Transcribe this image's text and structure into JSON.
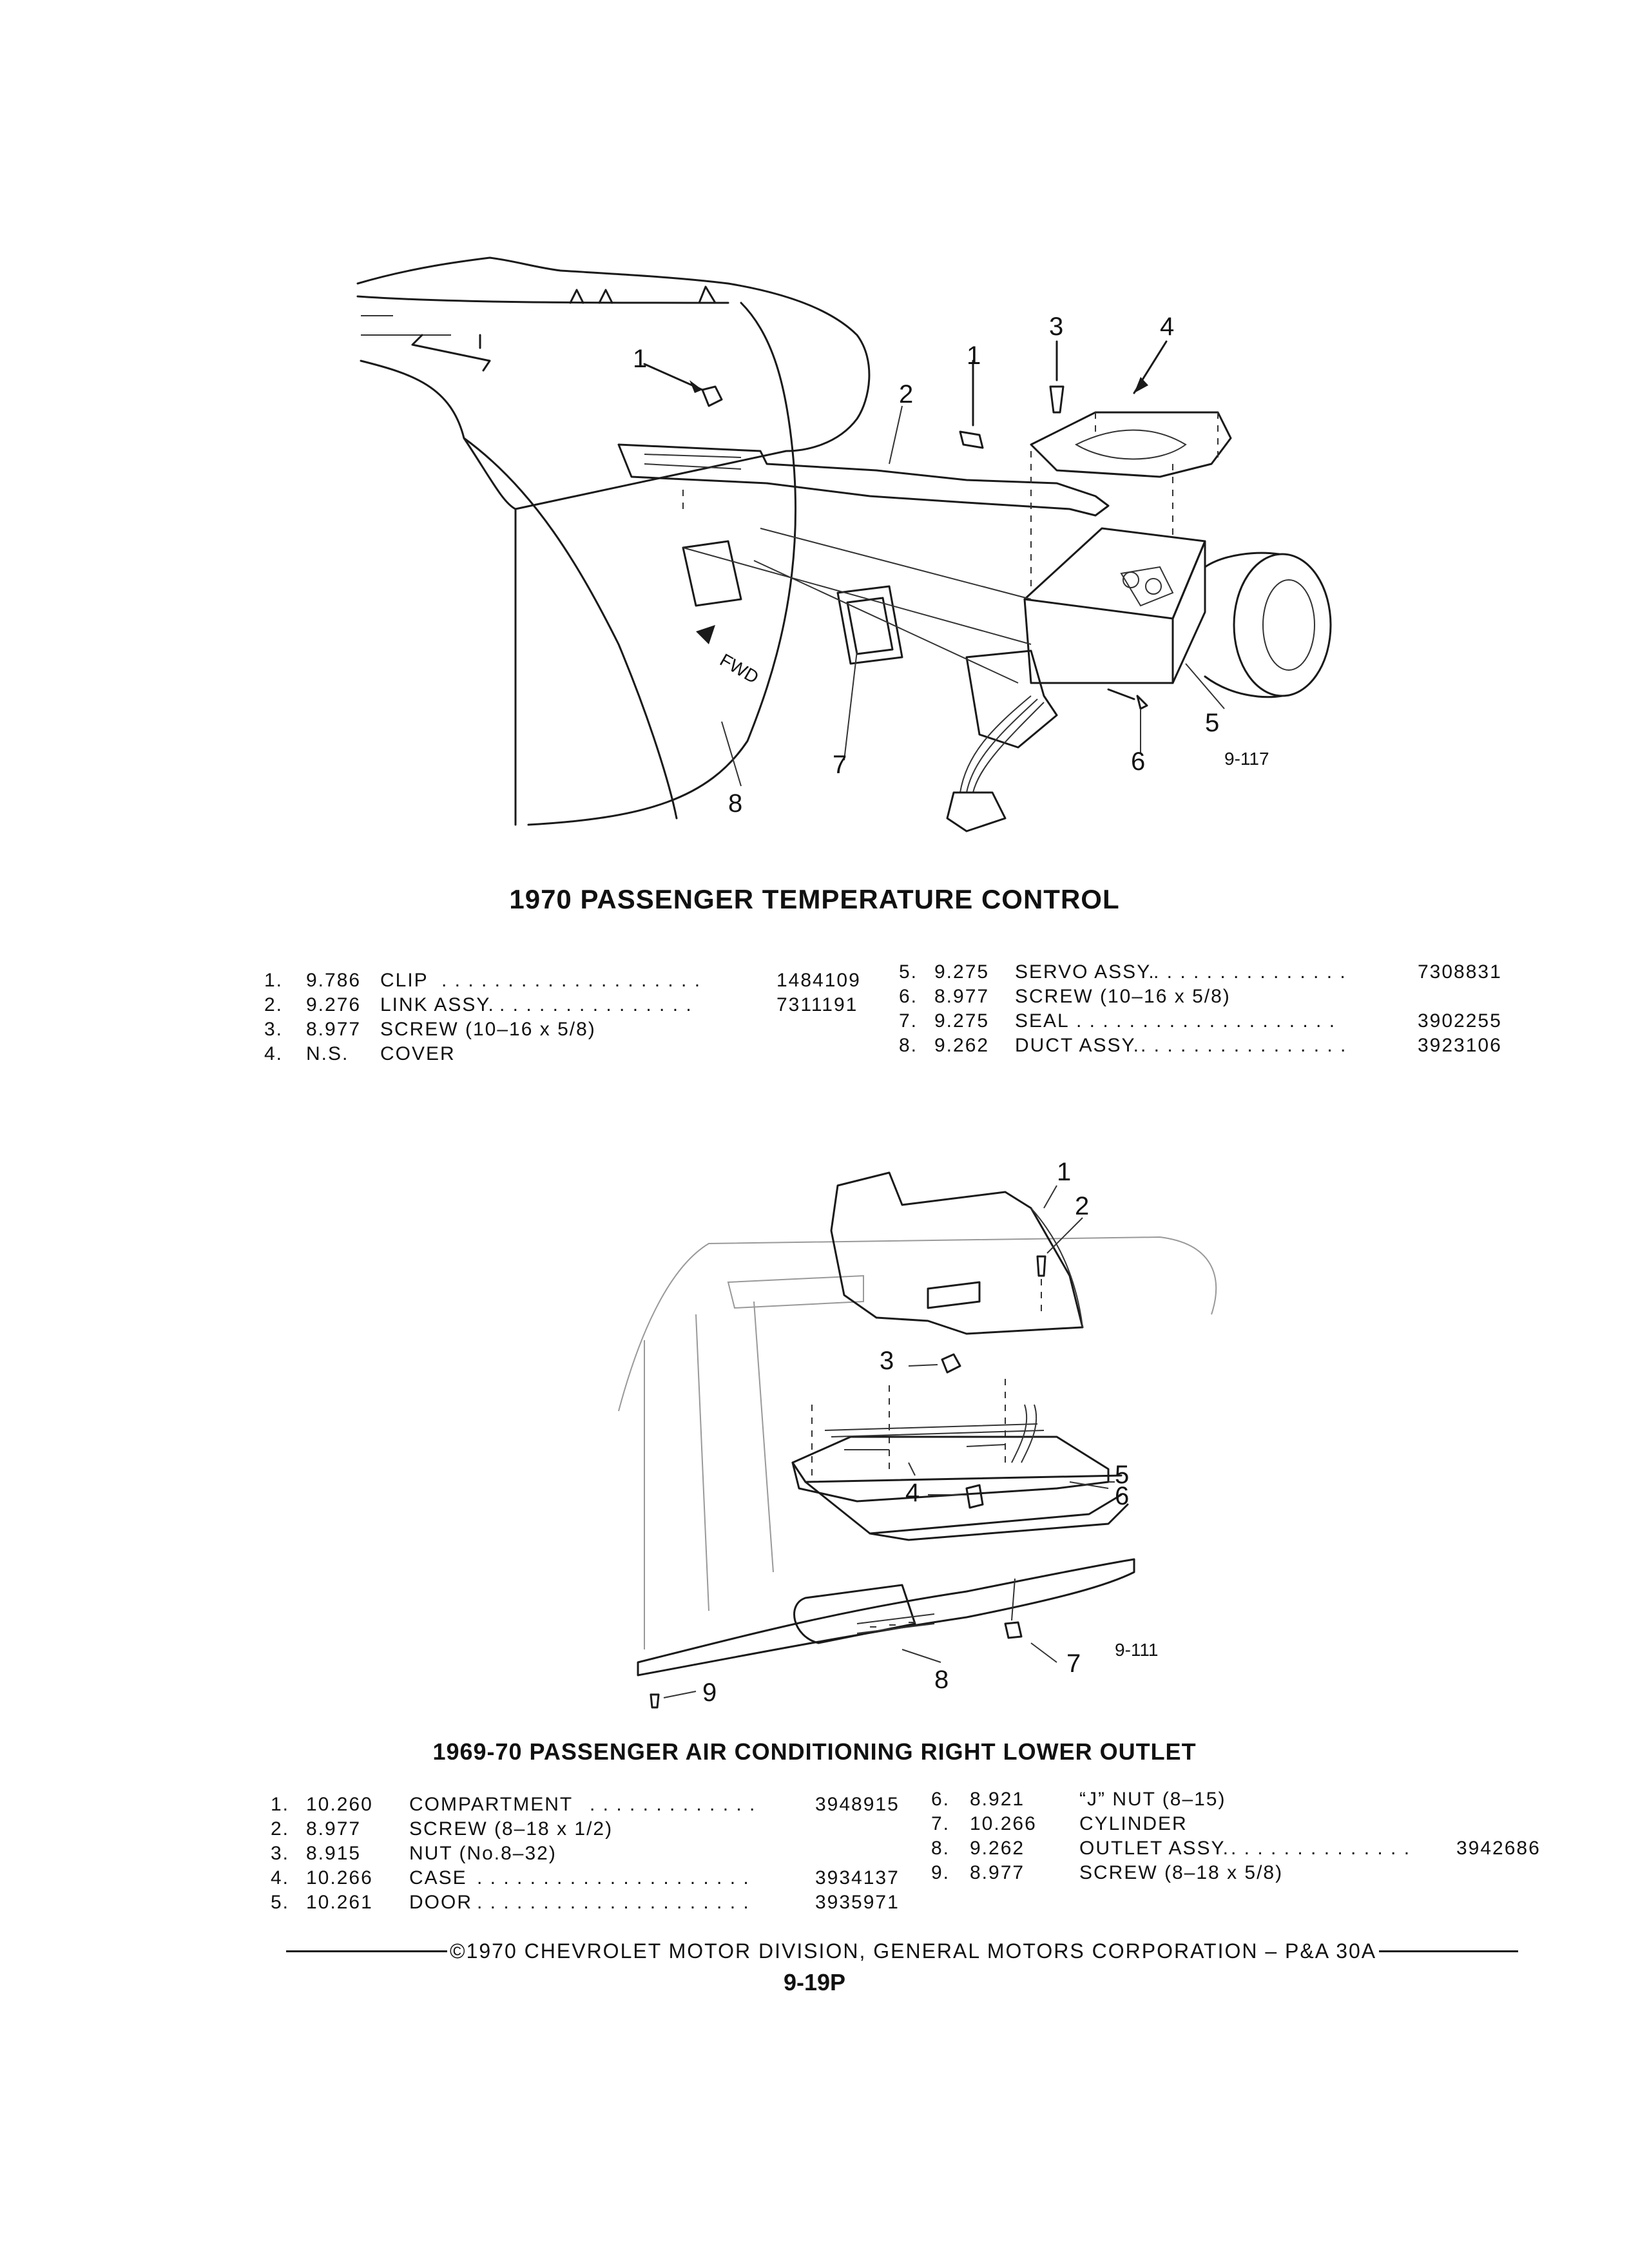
{
  "figure1": {
    "fig_id": "9-117",
    "callouts": [
      "1",
      "1",
      "2",
      "3",
      "4",
      "5",
      "6",
      "7",
      "8"
    ],
    "title": "1970 PASSENGER TEMPERATURE CONTROL",
    "parts": [
      {
        "num": "1.",
        "group": "9.786",
        "name": "CLIP",
        "dots": ". . . . . . . . . . . . . . . . . . . .",
        "part_no": "1484109"
      },
      {
        "num": "2.",
        "group": "9.276",
        "name": "LINK ASSY.",
        "dots": ". . . . . . . . . . . . . . .",
        "part_no": "7311191"
      },
      {
        "num": "3.",
        "group": "8.977",
        "name": "SCREW (10–16 x 5/8)",
        "dots": "",
        "part_no": ""
      },
      {
        "num": "4.",
        "group": "N.S.",
        "name": "COVER",
        "dots": "",
        "part_no": ""
      },
      {
        "num": "5.",
        "group": "9.275",
        "name": "SERVO ASSY.",
        "dots": ". . . . . . . . . . . . . . .",
        "part_no": "7308831"
      },
      {
        "num": "6.",
        "group": "8.977",
        "name": "SCREW (10–16 x 5/8)",
        "dots": "",
        "part_no": ""
      },
      {
        "num": "7.",
        "group": "9.275",
        "name": "SEAL",
        "dots": ". . . . . . . . . . . . . . . . . . . .",
        "part_no": "3902255"
      },
      {
        "num": "8.",
        "group": "9.262",
        "name": "DUCT ASSY.",
        "dots": ". . . . . . . . . . . . . . . .",
        "part_no": "3923106"
      }
    ]
  },
  "figure2": {
    "fig_id": "9-111",
    "callouts": [
      "1",
      "2",
      "3",
      "4",
      "5",
      "6",
      "7",
      "8",
      "9"
    ],
    "title": "1969-70 PASSENGER AIR CONDITIONING RIGHT LOWER OUTLET",
    "parts": [
      {
        "num": "1.",
        "group": "10.260",
        "name": "COMPARTMENT",
        "dots": ". . . . . . . . . . . . .",
        "part_no": "3948915"
      },
      {
        "num": "2.",
        "group": "8.977",
        "name": "SCREW (8–18 x 1/2)",
        "dots": "",
        "part_no": ""
      },
      {
        "num": "3.",
        "group": "8.915",
        "name": "NUT (No.8–32)",
        "dots": "",
        "part_no": ""
      },
      {
        "num": "4.",
        "group": "10.266",
        "name": "CASE",
        "dots": ". . . . . . . . . . . . . . . . . . . . .",
        "part_no": "3934137"
      },
      {
        "num": "5.",
        "group": "10.261",
        "name": "DOOR",
        "dots": ". . . . . . . . . . . . . . . . . . . . .",
        "part_no": "3935971"
      },
      {
        "num": "6.",
        "group": "8.921",
        "name": "“J” NUT (8–15)",
        "dots": "",
        "part_no": ""
      },
      {
        "num": "7.",
        "group": "10.266",
        "name": "CYLINDER",
        "dots": "",
        "part_no": ""
      },
      {
        "num": "8.",
        "group": "9.262",
        "name": "OUTLET ASSY.",
        "dots": ". . . . . . . . . . . . . .",
        "part_no": "3942686"
      },
      {
        "num": "9.",
        "group": "8.977",
        "name": "SCREW (8–18 x 5/8)",
        "dots": "",
        "part_no": ""
      }
    ]
  },
  "footer": {
    "copyright": "©1970 CHEVROLET MOTOR DIVISION, GENERAL MOTORS CORPORATION – P&A 30A",
    "page_number": "9-19P"
  }
}
